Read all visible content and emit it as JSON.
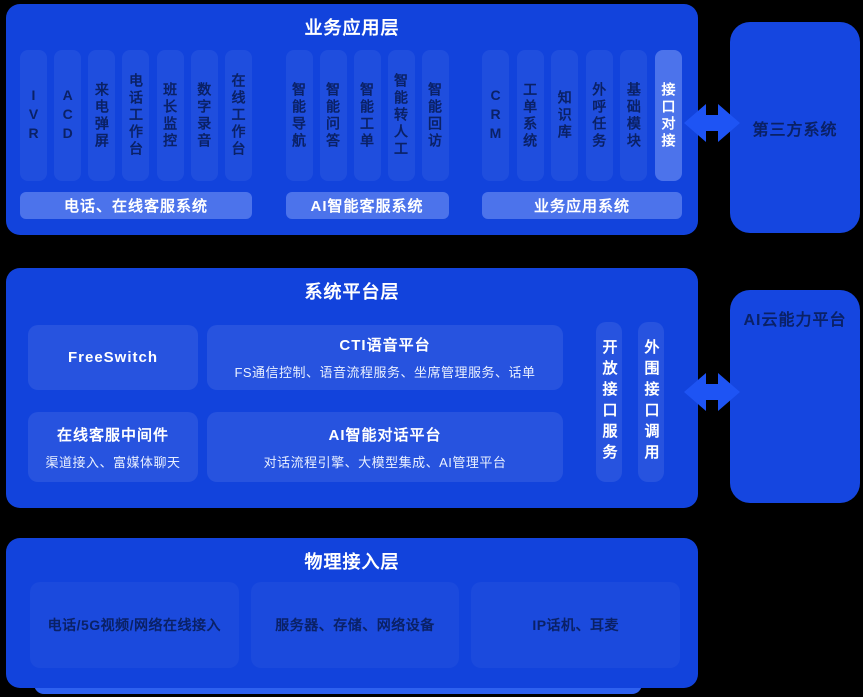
{
  "colors": {
    "background": "#000000",
    "panel_blue": "#1243DC",
    "side_panel_blue": "#1546E0",
    "light_pill_blue": "#4C73EB",
    "dark_text": "#0A2166",
    "arrow_blue": "#1E54F4",
    "bottom_strip_blue": "#2E61EF",
    "white": "#FFFFFF"
  },
  "business_layer": {
    "title": "业务应用层",
    "groups": [
      {
        "label": "电话、在线客服系统",
        "items": [
          "IVR",
          "ACD",
          "来电弹屏",
          "电话工作台",
          "班长监控",
          "数字录音",
          "在线工作台"
        ]
      },
      {
        "label": "AI智能客服系统",
        "items": [
          "智能导航",
          "智能问答",
          "智能工单",
          "智能转人工",
          "智能回访"
        ]
      },
      {
        "label": "业务应用系统",
        "items": [
          "CRM",
          "工单系统",
          "知识库",
          "外呼任务",
          "基础模块",
          "接口对接"
        ]
      }
    ]
  },
  "third_party_system": {
    "title": "第三方系统"
  },
  "platform_layer": {
    "title": "系统平台层",
    "cells": [
      {
        "title": "FreeSwitch",
        "subtitle": ""
      },
      {
        "title": "CTI语音平台",
        "subtitle": "FS通信控制、语音流程服务、坐席管理服务、话单"
      },
      {
        "title": "在线客服中间件",
        "subtitle": "渠道接入、富媒体聊天"
      },
      {
        "title": "AI智能对话平台",
        "subtitle": "对话流程引擎、大模型集成、AI管理平台"
      }
    ],
    "side_pills": [
      "开放接口服务",
      "外围接口调用"
    ]
  },
  "ai_cloud_platform": {
    "title": "AI云能力平台"
  },
  "physical_layer": {
    "title": "物理接入层",
    "items": [
      "电话/5G视频/网络在线接入",
      "服务器、存储、网络设备",
      "IP话机、耳麦"
    ]
  }
}
